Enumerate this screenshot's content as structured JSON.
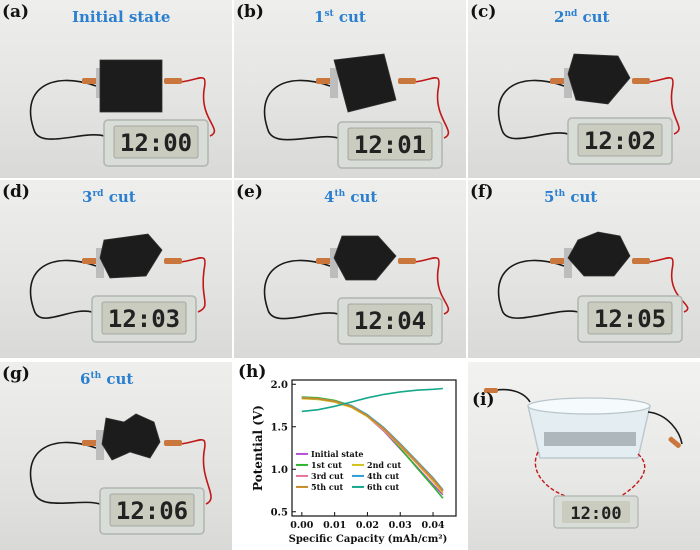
{
  "panels": [
    {
      "label": "(a)",
      "title_main": "Initial state",
      "title_sup": "",
      "title_rest": "",
      "clock": "12:00"
    },
    {
      "label": "(b)",
      "title_main": "1",
      "title_sup": "st",
      "title_rest": " cut",
      "clock": "12:01"
    },
    {
      "label": "(c)",
      "title_main": "2",
      "title_sup": "nd",
      "title_rest": " cut",
      "clock": "12:02"
    },
    {
      "label": "(d)",
      "title_main": "3",
      "title_sup": "rd",
      "title_rest": " cut",
      "clock": "12:03"
    },
    {
      "label": "(e)",
      "title_main": "4",
      "title_sup": "th",
      "title_rest": " cut",
      "clock": "12:04"
    },
    {
      "label": "(f)",
      "title_main": "5",
      "title_sup": "th",
      "title_rest": " cut",
      "clock": "12:05"
    },
    {
      "label": "(g)",
      "title_main": "6",
      "title_sup": "th",
      "title_rest": " cut",
      "clock": "12:06"
    },
    {
      "label": "(i)",
      "title_main": "",
      "title_sup": "",
      "title_rest": "",
      "clock": "12:00"
    }
  ],
  "chart_label": "(h)",
  "chart_data": {
    "type": "line",
    "xlabel": "Specific Capacity (mAh/cm²)",
    "ylabel": "Potential (V)",
    "xlim": [
      -0.003,
      0.047
    ],
    "ylim": [
      0.45,
      2.05
    ],
    "xticks": [
      "0.00",
      "0.01",
      "0.02",
      "0.03",
      "0.04"
    ],
    "yticks": [
      "0.5",
      "1.0",
      "1.5",
      "2.0"
    ],
    "series": [
      {
        "name": "Initial state",
        "color": "#b54fd6",
        "x": [
          0,
          0.005,
          0.01,
          0.015,
          0.02,
          0.025,
          0.03,
          0.035,
          0.04,
          0.043
        ],
        "y": [
          1.84,
          1.83,
          1.8,
          1.74,
          1.62,
          1.45,
          1.24,
          1.03,
          0.82,
          0.7
        ]
      },
      {
        "name": "1st cut",
        "color": "#2fb52f",
        "x": [
          0,
          0.005,
          0.01,
          0.015,
          0.02,
          0.025,
          0.03,
          0.035,
          0.04,
          0.043
        ],
        "y": [
          1.85,
          1.84,
          1.81,
          1.75,
          1.64,
          1.47,
          1.25,
          1.02,
          0.8,
          0.66
        ]
      },
      {
        "name": "2nd cut",
        "color": "#d4c21a",
        "x": [
          0,
          0.005,
          0.01,
          0.015,
          0.02,
          0.025,
          0.03,
          0.035,
          0.04,
          0.043
        ],
        "y": [
          1.83,
          1.82,
          1.79,
          1.73,
          1.62,
          1.46,
          1.27,
          1.07,
          0.86,
          0.72
        ]
      },
      {
        "name": "3rd cut",
        "color": "#e6739a",
        "x": [
          0,
          0.005,
          0.01,
          0.015,
          0.02,
          0.025,
          0.03,
          0.035,
          0.04,
          0.043
        ],
        "y": [
          1.84,
          1.83,
          1.8,
          1.74,
          1.63,
          1.47,
          1.28,
          1.08,
          0.88,
          0.74
        ]
      },
      {
        "name": "4th cut",
        "color": "#2d9fd8",
        "x": [
          0,
          0.005,
          0.01,
          0.015,
          0.02,
          0.025,
          0.03,
          0.035,
          0.04,
          0.043
        ],
        "y": [
          1.84,
          1.83,
          1.8,
          1.75,
          1.64,
          1.49,
          1.3,
          1.1,
          0.9,
          0.76
        ]
      },
      {
        "name": "5th cut",
        "color": "#c88a2a",
        "x": [
          0,
          0.005,
          0.01,
          0.015,
          0.02,
          0.025,
          0.03,
          0.035,
          0.04,
          0.043
        ],
        "y": [
          1.84,
          1.83,
          1.8,
          1.74,
          1.63,
          1.48,
          1.29,
          1.09,
          0.89,
          0.75
        ]
      },
      {
        "name": "6th cut",
        "color": "#16a88a",
        "x": [
          0,
          0.005,
          0.01,
          0.015,
          0.02,
          0.025,
          0.03,
          0.035,
          0.04,
          0.043
        ],
        "y": [
          1.68,
          1.7,
          1.74,
          1.79,
          1.84,
          1.88,
          1.91,
          1.93,
          1.94,
          1.95
        ]
      }
    ],
    "legend": [
      [
        {
          "name": "Initial state",
          "color": "#b54fd6"
        }
      ],
      [
        {
          "name": "1st cut",
          "color": "#2fb52f"
        },
        {
          "name": "2nd cut",
          "color": "#d4c21a"
        }
      ],
      [
        {
          "name": "3rd cut",
          "color": "#e6739a"
        },
        {
          "name": "4th cut",
          "color": "#2d9fd8"
        }
      ],
      [
        {
          "name": "5th cut",
          "color": "#c88a2a"
        },
        {
          "name": "6th cut",
          "color": "#16a88a"
        }
      ]
    ],
    "legend_position": "bottom-left",
    "grid": false
  }
}
